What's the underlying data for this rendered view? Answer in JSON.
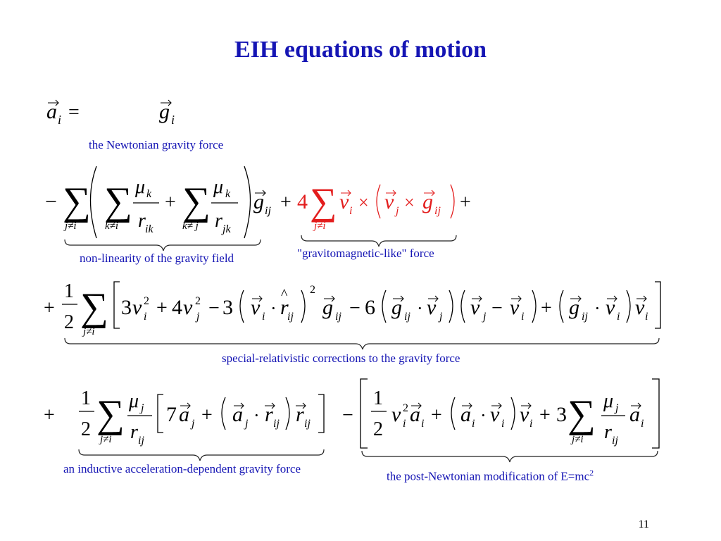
{
  "slide": {
    "title": "EIH equations of motion",
    "page_number": "11"
  },
  "captions": {
    "newtonian": "the Newtonian gravity force",
    "nonlinearity": "non-linearity of the gravity field",
    "gravitomagnetic": "\"gravitomagnetic-like\" force",
    "relativistic": "special-relativistic corrections to the gravity force",
    "inductive": "an inductive acceleration-dependent gravity force",
    "postnewtonian_prefix": "the post-Newtonian modification of E=mc",
    "postnewtonian_sup": "2"
  },
  "equation": {
    "line1_lhs": "a",
    "line1_sub": "i",
    "line1_eq": "=",
    "line1_rhs": "g",
    "line1_rhs_sub": "i"
  },
  "colors": {
    "title": "#1515b4",
    "caption": "#1515b4",
    "highlight": "#e31d1d"
  }
}
